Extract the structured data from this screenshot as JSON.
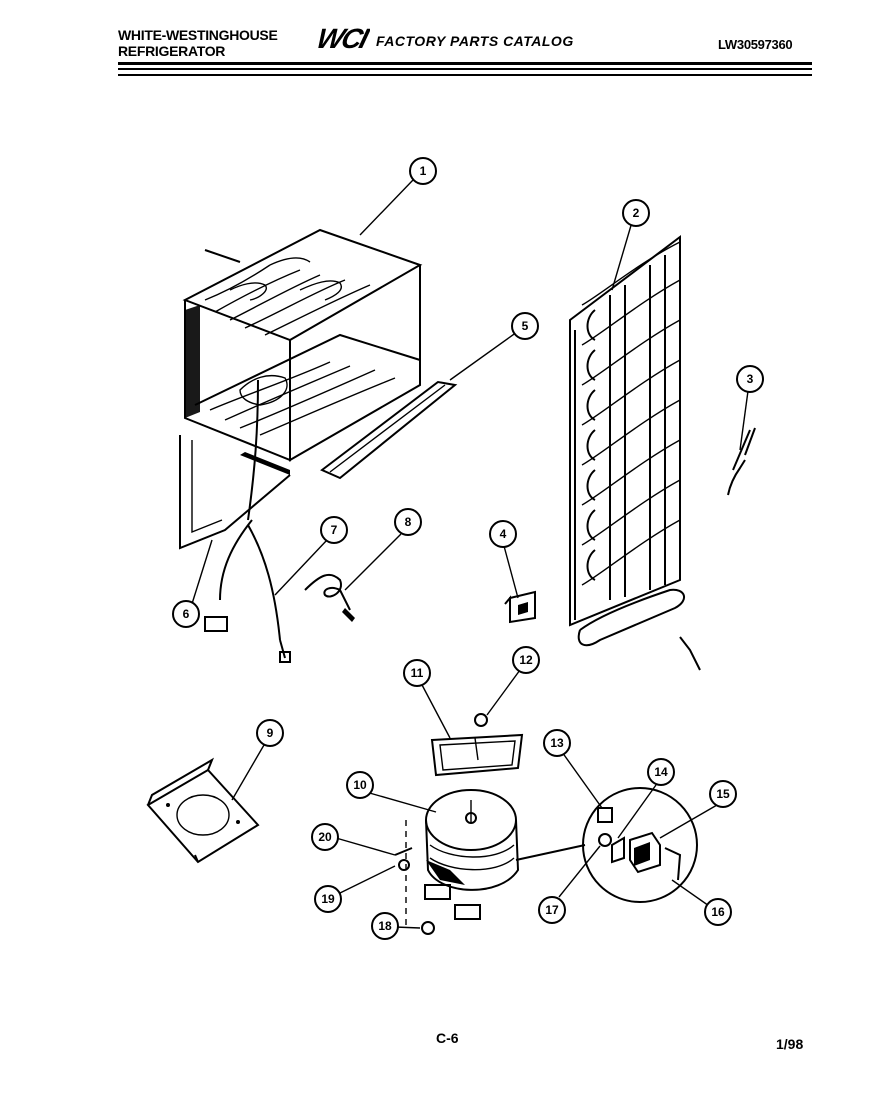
{
  "header": {
    "brand_line1": "WHITE-WESTINGHOUSE",
    "brand_line2": "REFRIGERATOR",
    "logo_text": "WCI",
    "catalog_title": "FACTORY PARTS CATALOG",
    "model_number": "LW30597360"
  },
  "footer": {
    "page_number": "C-6",
    "date_code": "1/98"
  },
  "callouts": [
    "1",
    "2",
    "3",
    "4",
    "5",
    "6",
    "7",
    "8",
    "9",
    "10",
    "11",
    "12",
    "13",
    "14",
    "15",
    "16",
    "17",
    "18",
    "19",
    "20"
  ]
}
